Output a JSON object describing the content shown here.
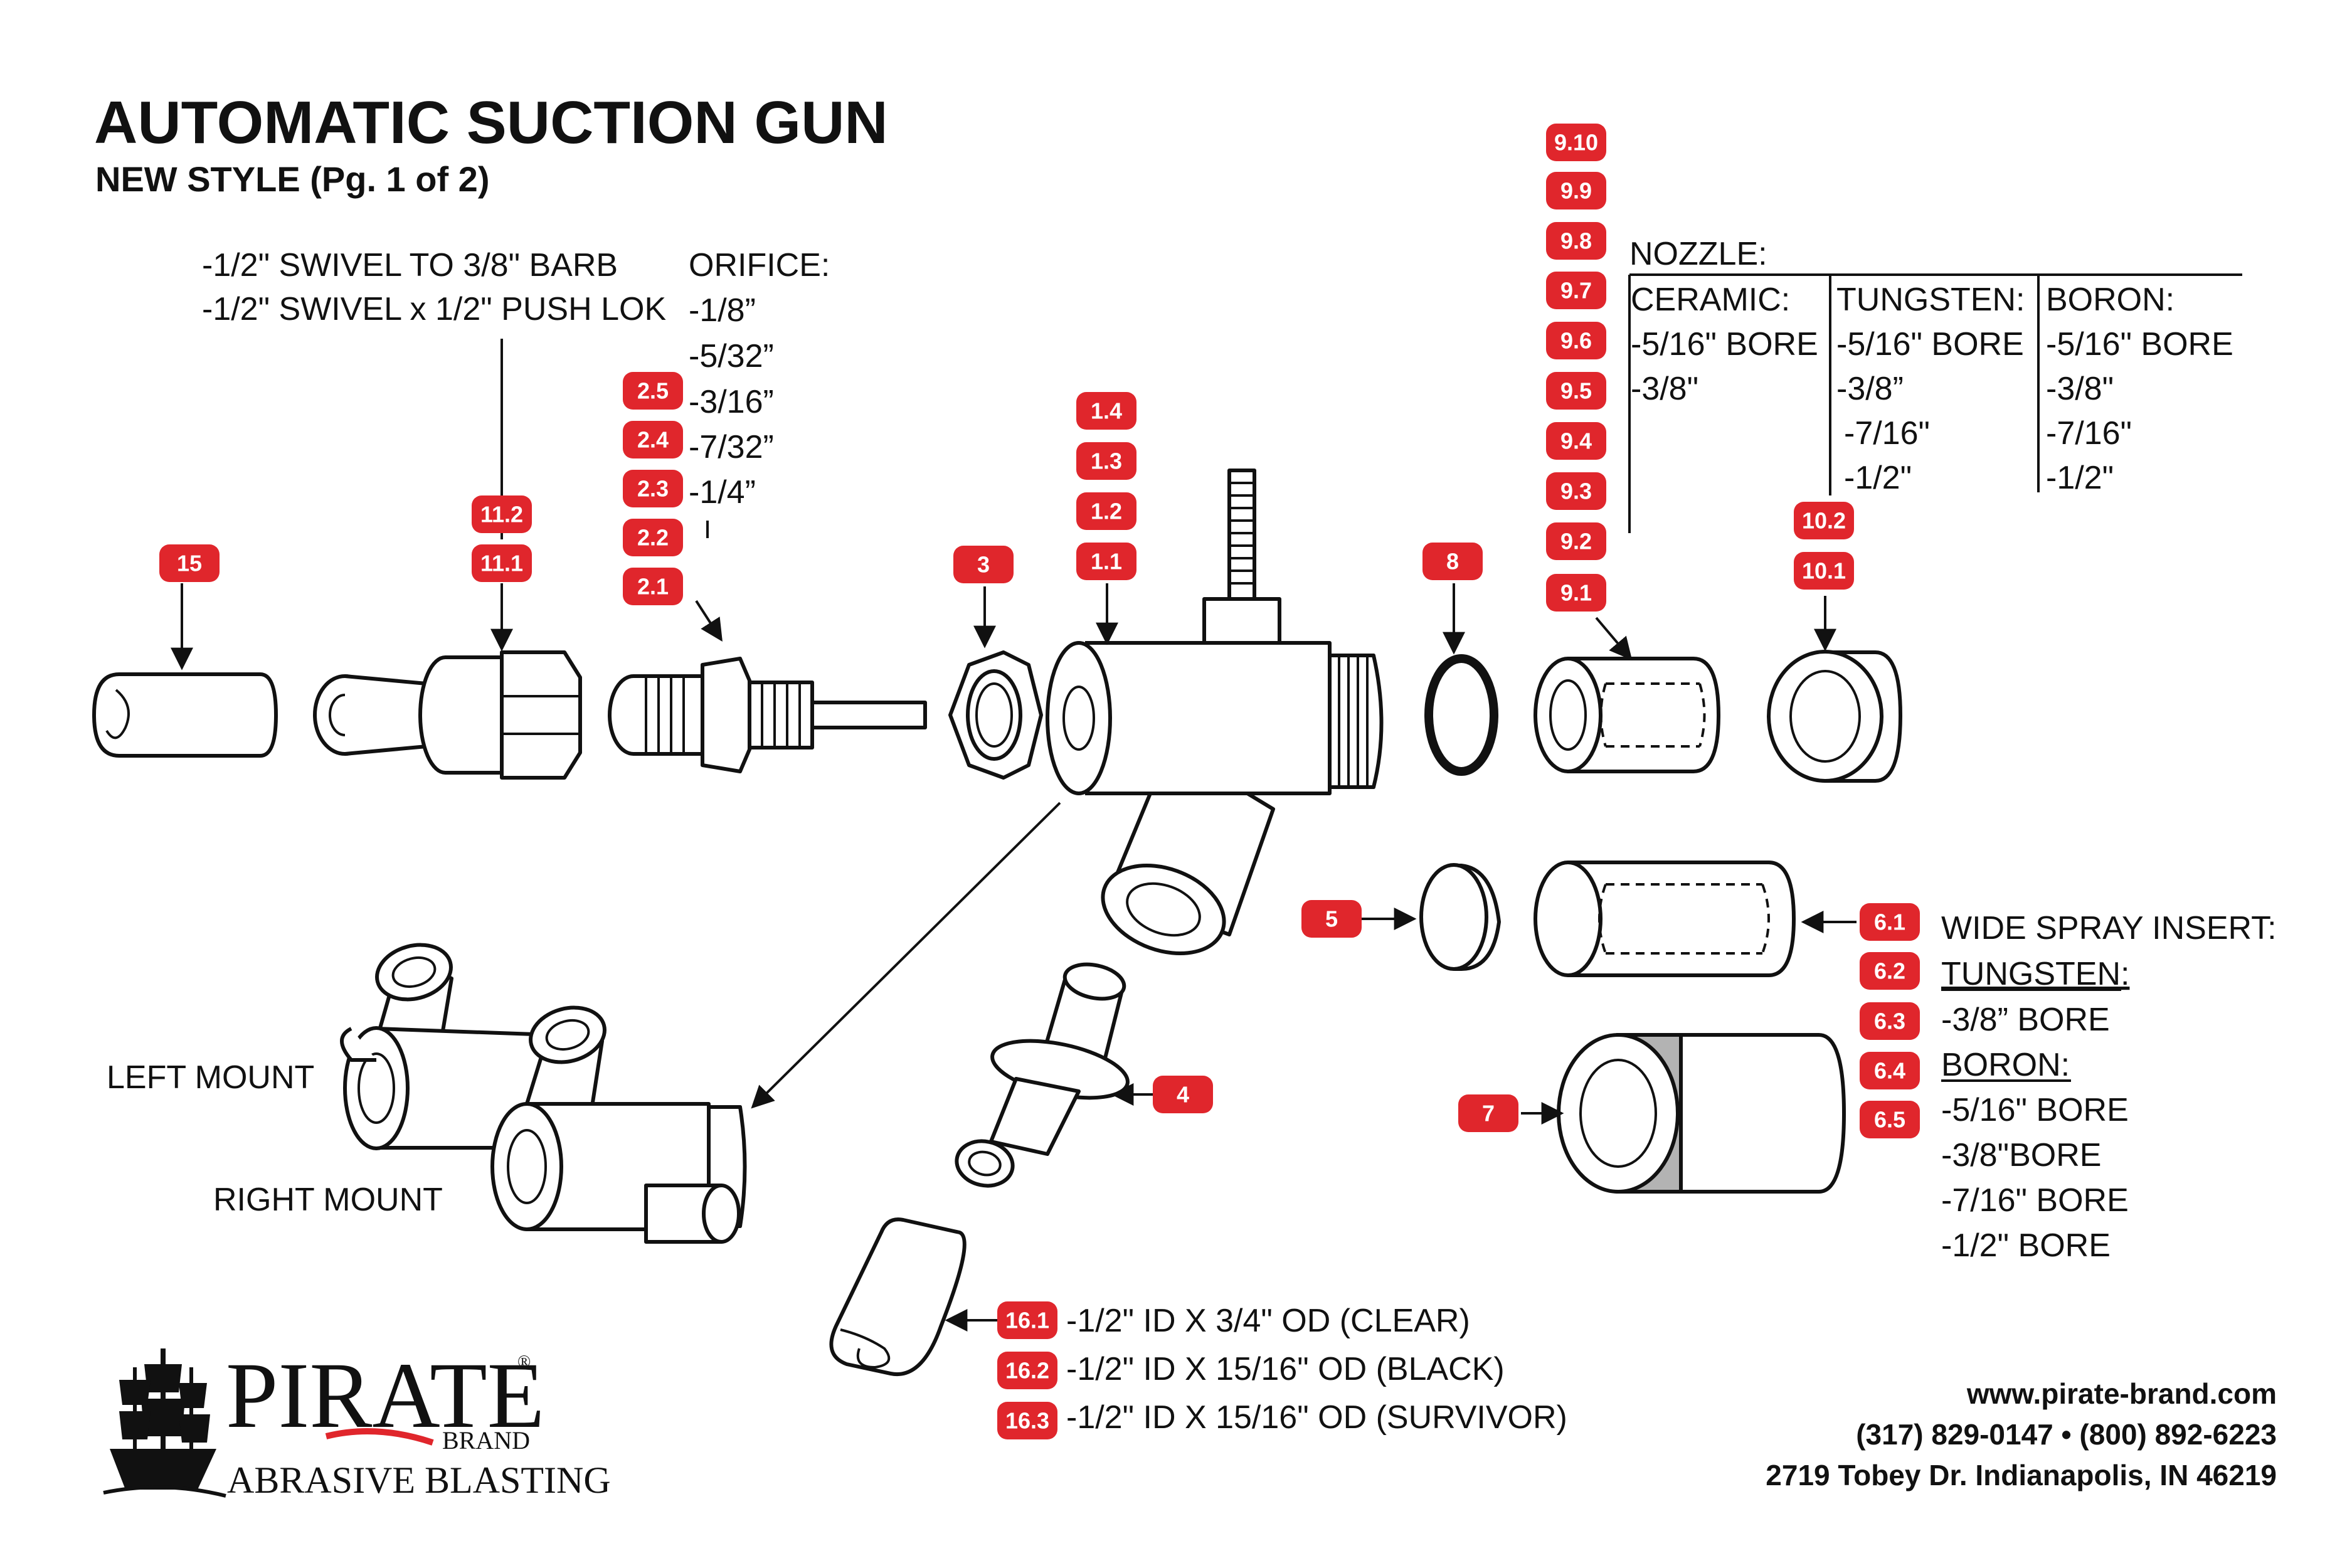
{
  "title": "AUTOMATIC SUCTION GUN",
  "subtitle": "NEW STYLE (Pg. 1 of 2)",
  "colors": {
    "badge": "#e0262c",
    "line": "#111111",
    "shaded_insert": "#b3b3b3"
  },
  "badges": {
    "b15": "15",
    "b11_1": "11.1",
    "b11_2": "11.2",
    "b2_1": "2.1",
    "b2_2": "2.2",
    "b2_3": "2.3",
    "b2_4": "2.4",
    "b2_5": "2.5",
    "b3": "3",
    "b1_1": "1.1",
    "b1_2": "1.2",
    "b1_3": "1.3",
    "b1_4": "1.4",
    "b8": "8",
    "b9_1": "9.1",
    "b9_2": "9.2",
    "b9_3": "9.3",
    "b9_4": "9.4",
    "b9_5": "9.5",
    "b9_6": "9.6",
    "b9_7": "9.7",
    "b9_8": "9.8",
    "b9_9": "9.9",
    "b9_10": "9.10",
    "b10_1": "10.1",
    "b10_2": "10.2",
    "b5": "5",
    "b4": "4",
    "b7": "7",
    "b6_1": "6.1",
    "b6_2": "6.2",
    "b6_3": "6.3",
    "b6_4": "6.4",
    "b6_5": "6.5",
    "b16_1": "16.1",
    "b16_2": "16.2",
    "b16_3": "16.3"
  },
  "swivel_options": [
    "-1/2\" SWIVEL TO 3/8\" BARB",
    "-1/2\" SWIVEL x 1/2\" PUSH LOK"
  ],
  "orifice": {
    "heading": "ORIFICE:",
    "sizes": [
      "-1/8”",
      "-5/32”",
      "-3/16”",
      "-7/32”",
      "-1/4”"
    ]
  },
  "nozzle": {
    "heading": "NOZZLE:",
    "ceramic": {
      "heading": "CERAMIC:",
      "sizes": [
        "-5/16\" BORE",
        "-3/8\""
      ]
    },
    "tungsten": {
      "heading": "TUNGSTEN:",
      "sizes": [
        "-5/16\" BORE",
        "-3/8”",
        "-7/16\"",
        "-1/2\""
      ]
    },
    "boron": {
      "heading": "BORON:",
      "sizes": [
        "-5/16\" BORE",
        "-3/8\"",
        "-7/16\"",
        "-1/2\""
      ]
    }
  },
  "wide_spray": {
    "heading": "WIDE SPRAY INSERT:",
    "tungsten_heading": "TUNGSTEN:",
    "tungsten_sizes": [
      "-3/8” BORE"
    ],
    "boron_heading": "BORON:",
    "boron_sizes": [
      "-5/16\" BORE",
      "-3/8\"BORE",
      "-7/16\" BORE",
      "-1/2\" BORE"
    ]
  },
  "mounts": {
    "left": "LEFT MOUNT",
    "right": "RIGHT MOUNT"
  },
  "hose_options": [
    "-1/2\" ID X 3/4\" OD (CLEAR)",
    "-1/2\" ID X 15/16\" OD (BLACK)",
    "-1/2\" ID X 15/16\" OD (SURVIVOR)"
  ],
  "contact": {
    "website": "www.pirate-brand.com",
    "phones": "(317) 829-0147 • (800) 892-6223",
    "address": "2719 Tobey Dr. Indianapolis, IN 46219"
  },
  "logo": {
    "name": "PIRATE",
    "registered": "®",
    "brand": "BRAND",
    "tagline": "ABRASIVE BLASTING"
  }
}
